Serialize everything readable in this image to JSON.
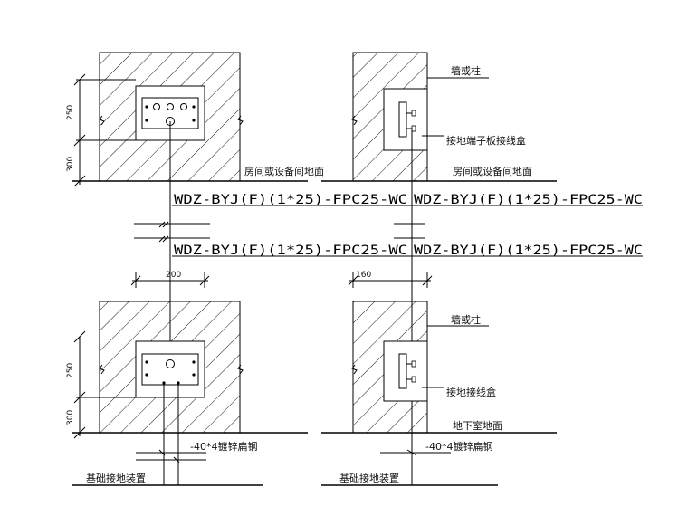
{
  "drawing": {
    "top_left": {
      "dim_upper": "250",
      "dim_lower": "300",
      "floor_label": "房间或设备间地面"
    },
    "top_right": {
      "wall_label": "墙或柱",
      "box_label": "接地端子板接线盒",
      "floor_label": "房间或设备间地面"
    },
    "cables": {
      "upper_left": "WDZ-BYJ(F)(1*25)-FPC25-WC",
      "upper_right": "WDZ-BYJ(F)(1*25)-FPC25-WC",
      "lower_left": "WDZ-BYJ(F)(1*25)-FPC25-WC",
      "lower_right": "WDZ-BYJ(F)(1*25)-FPC25-WC"
    },
    "bottom_left": {
      "width_dim": "200",
      "dim_upper": "250",
      "dim_lower": "300",
      "steel_label": "-40*4镀锌扁钢",
      "ground_label": "基础接地装置"
    },
    "bottom_right": {
      "width_dim": "160",
      "wall_label": "墙或柱",
      "box_label": "接地接线盒",
      "floor_label": "地下室地面",
      "steel_label": "-40*4镀锌扁钢",
      "ground_label": "基础接地装置"
    }
  }
}
